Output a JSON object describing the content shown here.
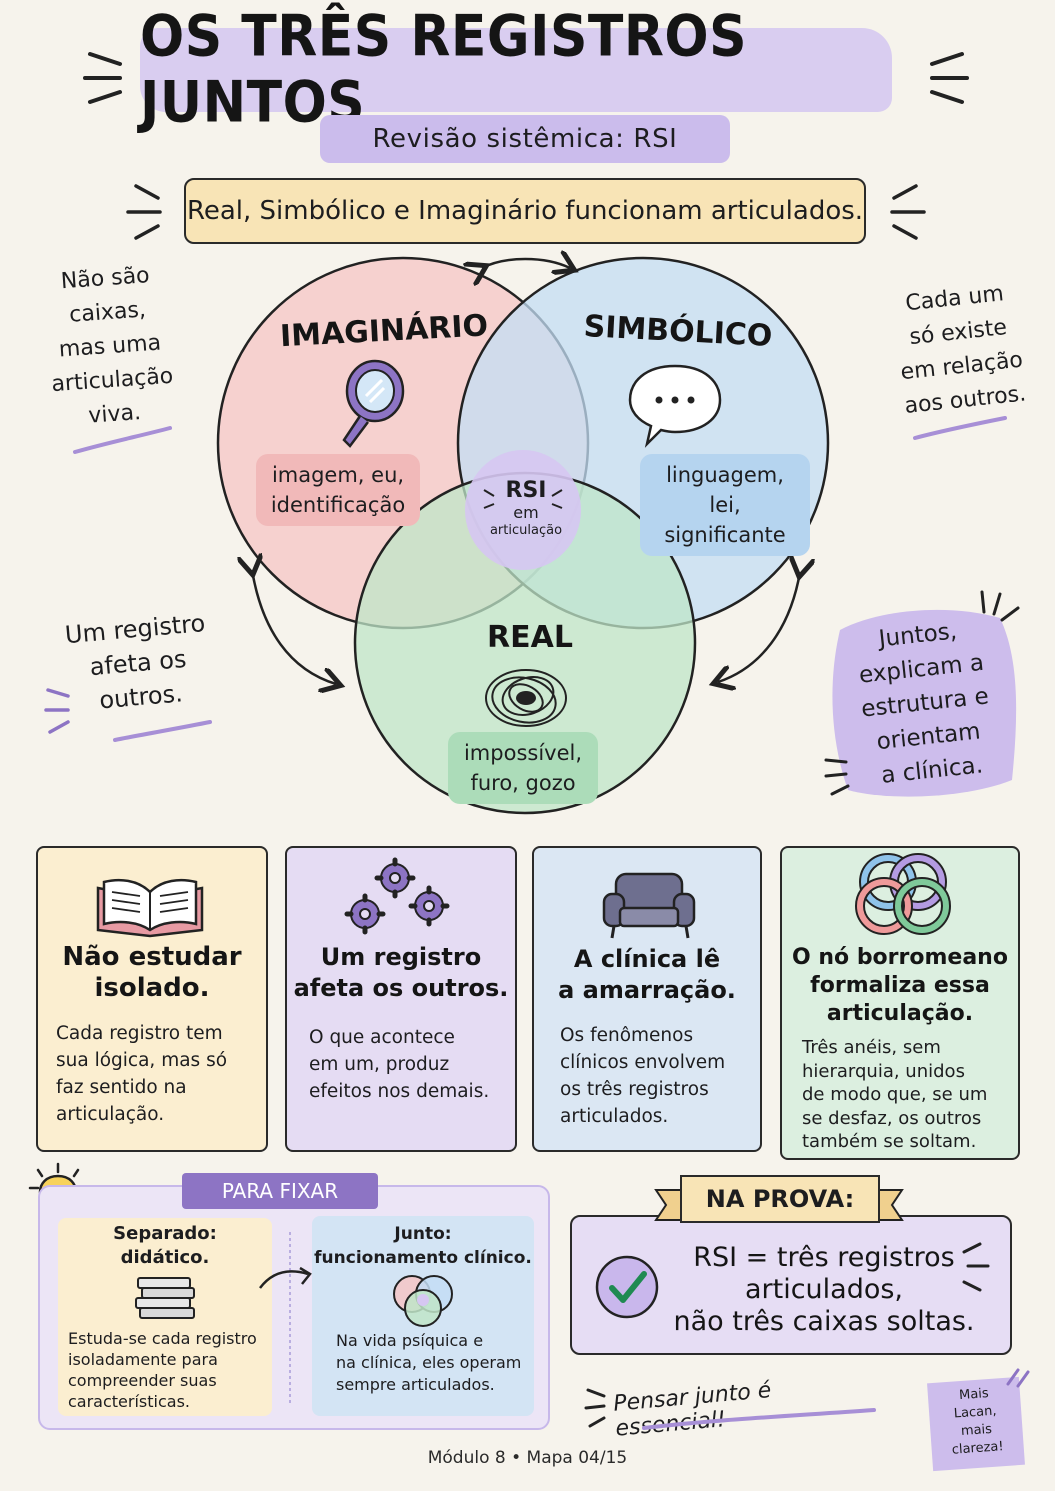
{
  "header": {
    "title": "OS TRÊS REGISTROS JUNTOS",
    "subtitle": "Revisão sistêmica: RSI",
    "banner": "Real, Simbólico e Imaginário funcionam articulados."
  },
  "side_notes": {
    "top_left": [
      "Não são",
      "caixas,",
      "mas uma",
      "articulação",
      "viva."
    ],
    "top_right": [
      "Cada um",
      "só existe",
      "em relação",
      "aos outros."
    ],
    "mid_left": [
      "Um registro",
      "afeta os",
      "outros."
    ],
    "mid_right": [
      "Juntos,",
      "explicam a",
      "estrutura e",
      "orientam",
      "a clínica."
    ]
  },
  "venn": {
    "imaginario": {
      "label": "IMAGINÁRIO",
      "desc": [
        "imagem, eu,",
        "identificação"
      ],
      "icon": "mirror-icon",
      "color": "#f5c6c6"
    },
    "simbolico": {
      "label": "SIMBÓLICO",
      "desc": [
        "linguagem,",
        "lei, significante"
      ],
      "icon": "speech-bubble-icon",
      "color": "#c3ddf4"
    },
    "real": {
      "label": "REAL",
      "desc": [
        "impossível,",
        "furo, gozo"
      ],
      "icon": "scribble-knot-icon",
      "color": "#bfe5c8"
    },
    "center": {
      "title": "RSI",
      "line1": "em",
      "line2": "articulação",
      "color": "#d6c7f2"
    }
  },
  "cards": [
    {
      "title": [
        "Não estudar",
        "isolado."
      ],
      "text": [
        "Cada registro tem",
        "sua lógica, mas só",
        "faz sentido na",
        "articulação."
      ],
      "icon": "open-book-icon",
      "bg": "#fbeed0"
    },
    {
      "title": [
        "Um registro",
        "afeta os outros."
      ],
      "text": [
        "O que acontece",
        "em um, produz",
        "efeitos nos demais."
      ],
      "icon": "gears-icon",
      "bg": "#e5dcf3"
    },
    {
      "title": [
        "A clínica lê",
        "a amarração."
      ],
      "text": [
        "Os fenômenos",
        "clínicos envolvem",
        "os três registros",
        "articulados."
      ],
      "icon": "armchair-icon",
      "bg": "#dbe7f3"
    },
    {
      "title": [
        "O nó borromeano",
        "formaliza essa",
        "articulação."
      ],
      "text": [
        "Três anéis, sem",
        "hierarquia, unidos",
        "de modo que, se um",
        "se desfaz, os outros",
        "também se soltam."
      ],
      "icon": "borromean-rings-icon",
      "bg": "#dcefe0"
    }
  ],
  "para_fixar": {
    "tag": "PARA FIXAR",
    "left": {
      "title": [
        "Separado:",
        "didático."
      ],
      "text": [
        "Estuda-se cada registro",
        "isoladamente para",
        "compreender suas",
        "características."
      ]
    },
    "right": {
      "title": [
        "Junto:",
        "funcionamento clínico."
      ],
      "text": [
        "Na vida psíquica e",
        "na clínica, eles operam",
        "sempre articulados."
      ]
    }
  },
  "na_prova": {
    "tag": "NA PROVA:",
    "lines": [
      "RSI = três registros",
      "articulados,",
      "não três caixas soltas."
    ]
  },
  "slogan": "Pensar junto é essencial!",
  "sticker": [
    "Mais",
    "Lacan,",
    "mais",
    "clareza!"
  ],
  "footer": "Módulo 8 • Mapa 04/15"
}
